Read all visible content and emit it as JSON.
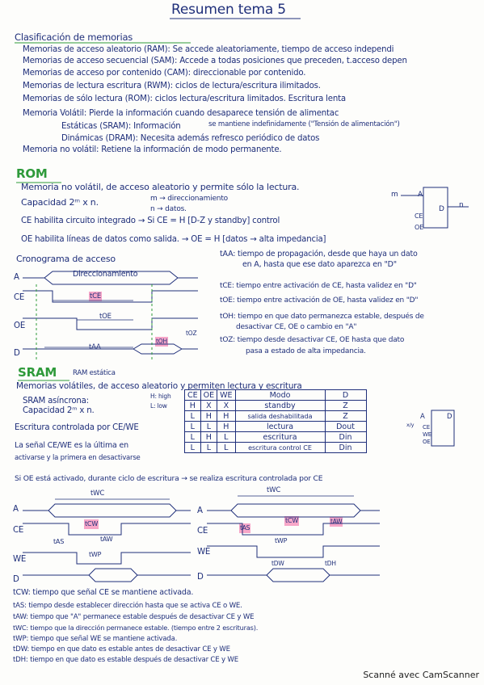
{
  "title": "Resumen tema 5",
  "classification": {
    "heading": "Clasificación de memorias",
    "lines": [
      "Memorias de acceso aleatorio (RAM): Se accede aleatoriamente, tiempo de acceso independi",
      "Memorias de acceso secuencial (SAM): Accede a todas posiciones que preceden, t.acceso depen",
      "Memorias de acceso por contenido (CAM): direccionable por contenido.",
      "Memorias de lectura escritura (RWM): ciclos de lectura/escritura ilimitados.",
      "Memorias de sólo lectura (ROM): ciclos lectura/escritura limitados. Escritura lenta",
      "Memoria Volátil: Pierde la información cuando desaparece tensión de alimentac",
      "se mantiene indefinidamente (\"Tensión de alimentación\")",
      "Estáticas (SRAM): Información",
      "Dinámicas (DRAM): Necesita además refresco periódico de datos",
      "Memoria no volátil: Retiene la información de modo permanente."
    ]
  },
  "rom": {
    "heading": "ROM",
    "lines": [
      "Memoria no volátil, de acceso aleatorio y permite sólo la lectura.",
      "Capacidad 2ᵐ x n.",
      "m → direccionamiento",
      "n → datos.",
      "CE habilita circuito integrado → Si CE = H [D-Z y standby] control",
      "OE habilita líneas de datos como salida. → OE = H [datos → alta impedancia]"
    ],
    "chip_labels": [
      "m",
      "A",
      "D",
      "n",
      "CE",
      "OE"
    ],
    "chrono_heading": "Cronograma de acceso",
    "signals": [
      "A",
      "CE",
      "OE",
      "D"
    ],
    "wave_labels": [
      "Direccionamiento",
      "tCE",
      "tOE",
      "tAA",
      "tOH",
      "tOZ"
    ],
    "timing_defs": [
      "tAA: tiempo de propagación, desde que haya un dato",
      "en A, hasta que ese dato aparezca en \"D\"",
      "tCE: tiempo entre activación de CE, hasta validez en \"D\"",
      "tOE: tiempo entre activación de OE, hasta validez en \"D\"",
      "tOH: tiempo en que dato permanezca estable, después de",
      "desactivar CE, OE o cambio en \"A\"",
      "tOZ: tiempo desde desactivar CE, OE hasta que dato",
      "pasa a estado de alta impedancia."
    ]
  },
  "sram": {
    "heading": "SRAM",
    "subheading": "RAM estática",
    "lines": [
      "Memorias volátiles, de acceso aleatorio y permiten lectura y escritura",
      "SRAM asíncrona:",
      "Capacidad 2ᵐ x n.",
      "H: high",
      "L: low",
      "Escritura controlada por CE/WE",
      "La señal CE/WE es la última en",
      "activarse y la primera en desactivarse",
      "Si OE está activado, durante ciclo de escritura → se realiza escritura controlada por CE"
    ],
    "table": {
      "headers": [
        "CE",
        "OE",
        "WE",
        "Modo",
        "D"
      ],
      "rows": [
        [
          "H",
          "X",
          "X",
          "standby",
          "Z"
        ],
        [
          "L",
          "H",
          "H",
          "salida deshabilitada",
          "Z"
        ],
        [
          "L",
          "L",
          "H",
          "lectura",
          "Dout"
        ],
        [
          "L",
          "H",
          "L",
          "escritura",
          "Din"
        ],
        [
          "L",
          "L",
          "L",
          "escritura control CE",
          "Din"
        ]
      ]
    },
    "chip_labels": [
      "A",
      "D",
      "CE",
      "WE",
      "OE",
      "x/y"
    ],
    "signals_left": [
      "A",
      "CE",
      "WE",
      "D"
    ],
    "signals_right": [
      "A",
      "CE",
      "WE",
      "D"
    ],
    "wave_labels": [
      "tWC",
      "tCW",
      "tAS",
      "tAW",
      "tWP",
      "tDW",
      "tDH"
    ],
    "timing_defs": [
      "tCW: tiempo que señal CE se mantiene activada.",
      "tAS: tiempo desde establecer dirección hasta que se activa CE o WE.",
      "tAW: tiempo que \"A\" permanece estable después de desactivar CE y WE",
      "tWC: tiempo que la dirección permanece estable. (tiempo entre 2 escrituras).",
      "tWP: tiempo que señal WE se mantiene activada.",
      "tDW: tiempo en que dato es estable antes de desactivar CE y WE",
      "tDH: tiempo en que dato es estable después de desactivar CE y WE"
    ]
  },
  "footer": "Scanné avec CamScanner",
  "colors": {
    "ink": "#1f2f7a",
    "pink": "#f7a6c8",
    "green": "#2e9a3a",
    "blue": "#1a7fd6",
    "paper": "#fdfdfb"
  }
}
